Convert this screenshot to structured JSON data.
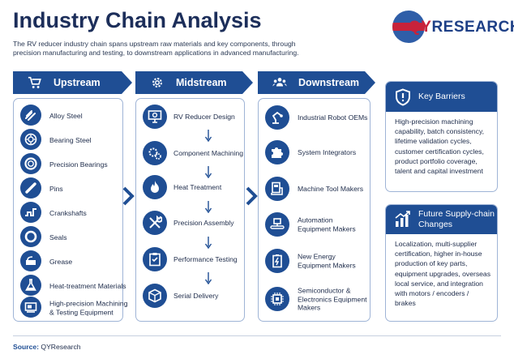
{
  "header": {
    "title": "Industry Chain Analysis",
    "subtitle": "The RV reducer industry chain spans upstream raw materials and key components, through precision manufacturing and testing, to downstream applications in advanced manufacturing."
  },
  "logo": {
    "q": "QY",
    "rest": "RESEARCH"
  },
  "columns": {
    "upstream": {
      "label": "Upstream",
      "items": [
        {
          "label": "Alloy Steel",
          "icon": "steel-bars-icon"
        },
        {
          "label": "Bearing Steel",
          "icon": "bearing-icon"
        },
        {
          "label": "Precision Bearings",
          "icon": "ring-bearing-icon"
        },
        {
          "label": "Pins",
          "icon": "pin-icon"
        },
        {
          "label": "Crankshafts",
          "icon": "crankshaft-icon"
        },
        {
          "label": "Seals",
          "icon": "seal-icon"
        },
        {
          "label": "Grease",
          "icon": "grease-icon"
        },
        {
          "label": "Heat-treatment Materials",
          "icon": "flask-icon"
        },
        {
          "label": "High-precision Machining & Testing Equipment",
          "line1": "High-precision Machining",
          "line2": "& Testing Equipment",
          "icon": "machine-icon"
        }
      ]
    },
    "midstream": {
      "label": "Midstream",
      "items": [
        {
          "label": "RV Reducer Design",
          "icon": "design-monitor-icon"
        },
        {
          "label": "Component Machining",
          "icon": "gears-icon"
        },
        {
          "label": "Heat Treatment",
          "icon": "flame-icon"
        },
        {
          "label": "Precision Assembly",
          "icon": "tools-icon"
        },
        {
          "label": "Performance Testing",
          "icon": "clipboard-check-icon"
        },
        {
          "label": "Serial Delivery",
          "icon": "box-icon"
        }
      ]
    },
    "downstream": {
      "label": "Downstream",
      "items": [
        {
          "line1": "Industrial Robot OEMs",
          "icon": "robot-arm-icon"
        },
        {
          "line1": "System Integrators",
          "icon": "puzzle-icon"
        },
        {
          "line1": "Machine Tool Makers",
          "icon": "machine-tool-icon"
        },
        {
          "line1": "Automation",
          "line2": "Equipment Makers",
          "icon": "conveyor-icon"
        },
        {
          "line1": "New Energy",
          "line2": "Equipment Makers",
          "icon": "battery-icon"
        },
        {
          "line1": "Semiconductor &",
          "line2": "Electronics Equipment",
          "line3": "Makers",
          "icon": "chip-icon"
        }
      ]
    }
  },
  "sidebar": {
    "barriers": {
      "title": "Key Barriers",
      "lines": [
        "High-precision machining",
        "capability, batch consistency,",
        "lifetime validation cycles,",
        "customer certification cycles,",
        "product portfolio coverage,",
        "talent and capital investment"
      ]
    },
    "future": {
      "title_line1": "Future Supply-chain",
      "title_line2": "Changes",
      "lines": [
        "Localization, multi-supplier",
        "certification, higher in-house",
        "production of key parts,",
        "equipment upgrades, overseas",
        "local service, and integration",
        "with motors / encoders /",
        "brakes"
      ]
    }
  },
  "footer": {
    "source_label": "Source:",
    "source_value": "QYResearch"
  },
  "colors": {
    "navy": "#1f4e94",
    "title": "#1c2e5a",
    "border": "#9fb4d6",
    "accent_red": "#c8223a"
  }
}
